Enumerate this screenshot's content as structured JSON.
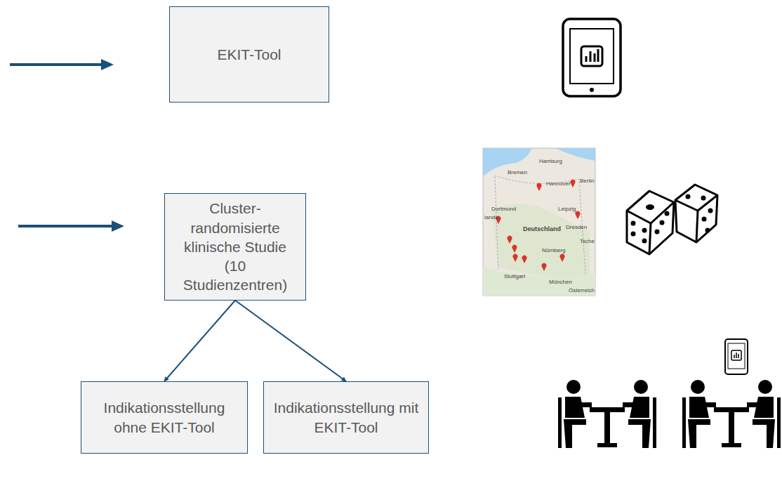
{
  "diagram": {
    "nodes": [
      {
        "text": [
          "EKIT-Tool"
        ]
      },
      {
        "text": [
          "Cluster-randomisierte klinische Studie (10 Studienzentren)"
        ]
      },
      {
        "text": [
          "Indikationsstellung ohne EKIT-Tool"
        ]
      },
      {
        "text": [
          "Indikationsstellung mit EKIT-Tool"
        ]
      }
    ],
    "edges": [
      {
        "from": 1,
        "to": 2,
        "arrow": "to"
      },
      {
        "from": 1,
        "to": 3,
        "arrow": "to"
      }
    ],
    "labels": [
      "Hamburg",
      "Bremen",
      "Hannover",
      "Berlin",
      "lande",
      "Dortmund",
      "Deutschland",
      "Leipzig",
      "Dresden",
      "Nürnberg",
      "Tsche",
      "Stuttgart",
      "München",
      "Österreich"
    ]
  }
}
